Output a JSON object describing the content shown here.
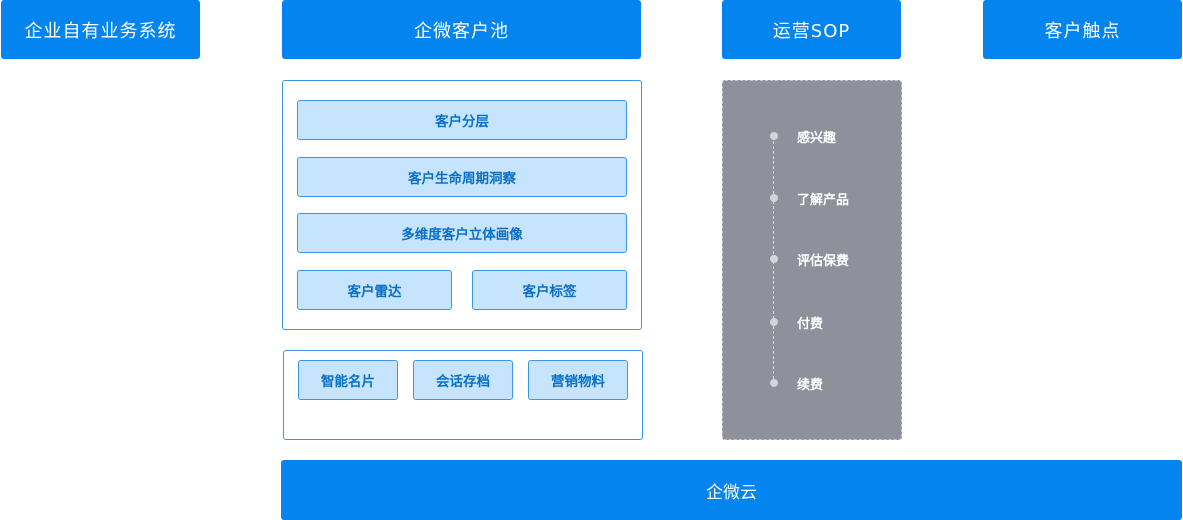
{
  "headers": {
    "enterprise_system": "企业自有业务系统",
    "customer_pool": "企微客户池",
    "operation_sop": "运营SOP",
    "touchpoints": "客户触点"
  },
  "customer_pool": {
    "profile_items": [
      "客户分层",
      "客户生命周期洞察",
      "多维度客户立体画像",
      "客户雷达",
      "客户标签"
    ],
    "tool_items": [
      "智能名片",
      "会话存档",
      "营销物料"
    ]
  },
  "sop_steps": [
    "感兴趣",
    "了解产品",
    "评估保费",
    "付费",
    "续费"
  ],
  "footer": {
    "label": "企微云"
  },
  "colors": {
    "primary": "#0384ef",
    "chip_bg": "#c6e4fd",
    "chip_border": "#3a97e6",
    "chip_text": "#0a6fc7",
    "sop_bg": "#8e919b"
  }
}
